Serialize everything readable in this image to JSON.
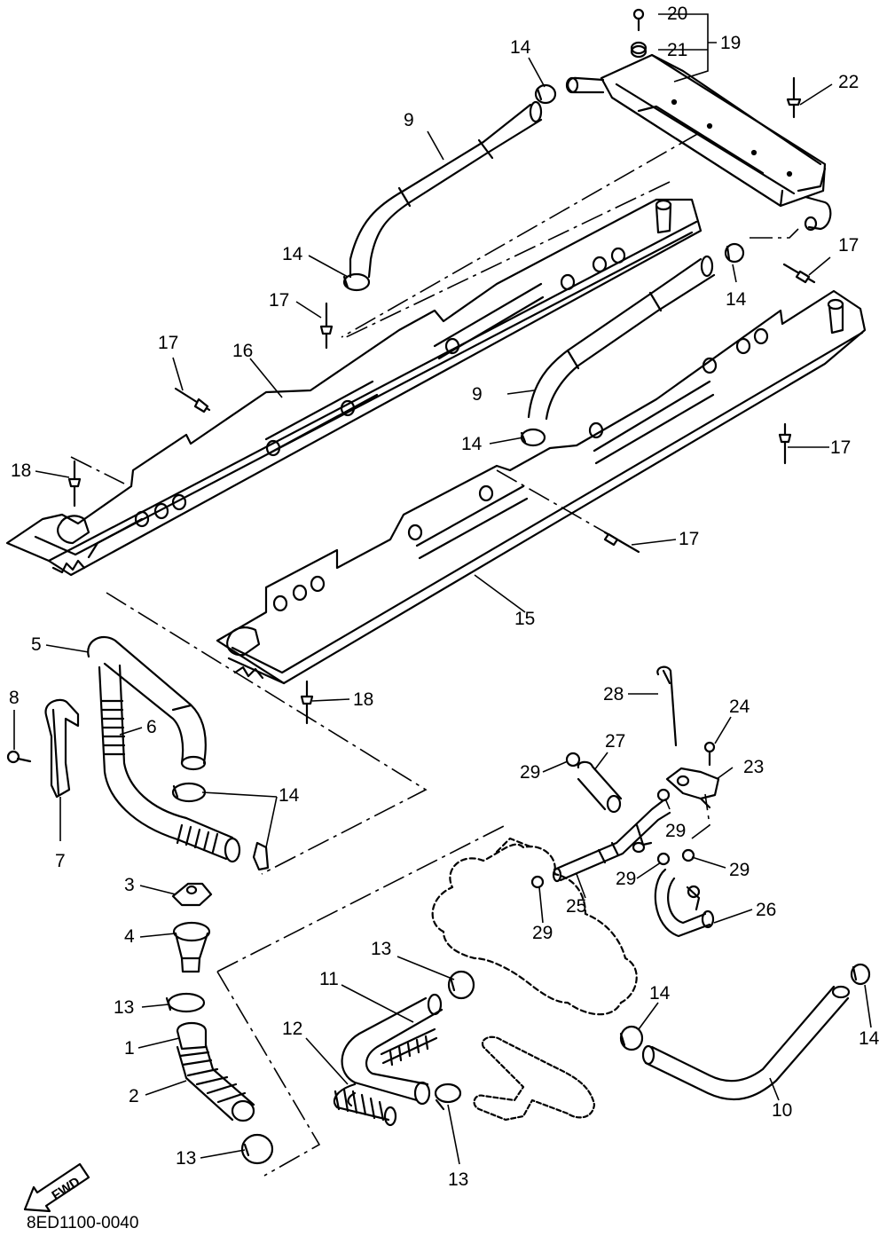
{
  "diagram": {
    "drawing_code": "8ED1100-0040",
    "direction_label": "FWD",
    "callouts": [
      "1",
      "2",
      "3",
      "4",
      "5",
      "6",
      "7",
      "8",
      "9",
      "10",
      "11",
      "12",
      "13",
      "14",
      "15",
      "16",
      "17",
      "18",
      "19",
      "20",
      "21",
      "22",
      "23",
      "24",
      "25",
      "26",
      "27",
      "28",
      "29"
    ]
  }
}
